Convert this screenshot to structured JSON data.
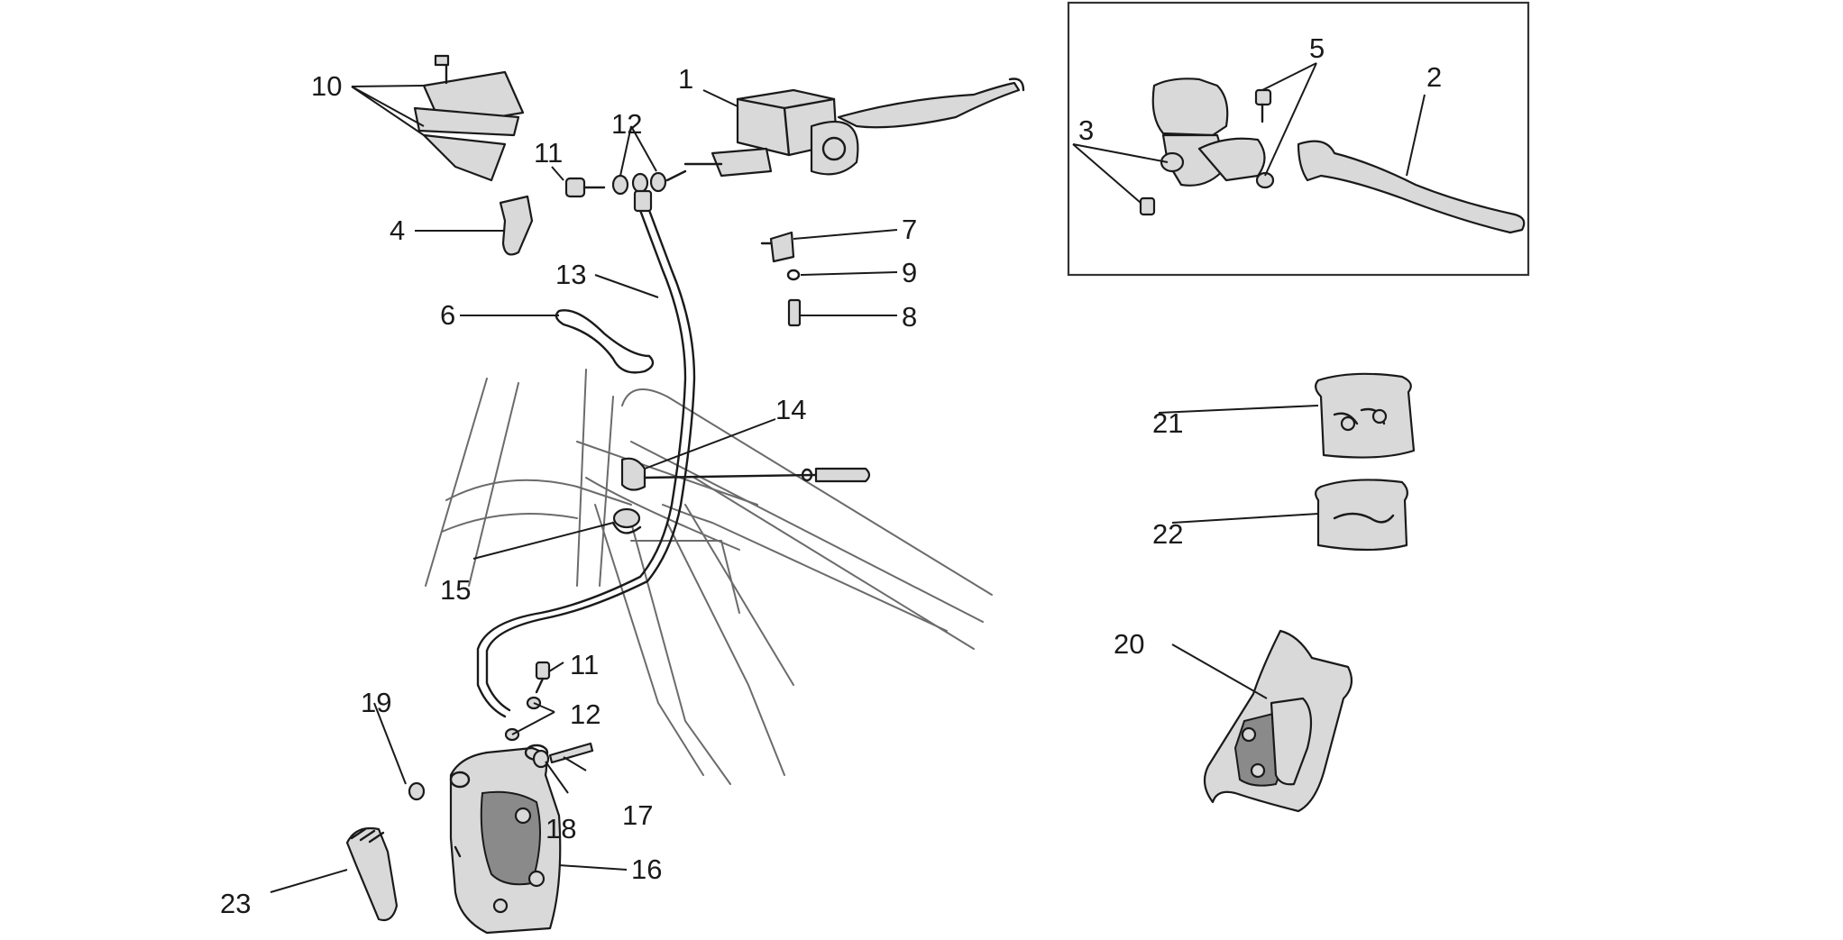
{
  "callouts": {
    "c1": "1",
    "c2": "2",
    "c3": "3",
    "c4": "4",
    "c5": "5",
    "c6": "6",
    "c7": "7",
    "c8": "8",
    "c9": "9",
    "c10": "10",
    "c11a": "11",
    "c11b": "11",
    "c12a": "12",
    "c12b": "12",
    "c13": "13",
    "c14": "14",
    "c15": "15",
    "c16": "16",
    "c17": "17",
    "c18": "18",
    "c19": "19",
    "c20": "20",
    "c21": "21",
    "c22": "22",
    "c23": "23"
  },
  "colors": {
    "line": "#1a1a1a",
    "frame": "#6b6b6b",
    "fill": "#d9d9d9",
    "background": "#ffffff"
  }
}
